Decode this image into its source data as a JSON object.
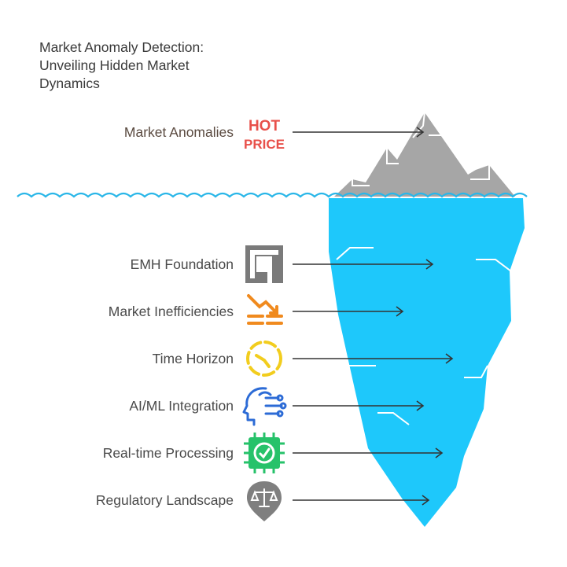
{
  "title_lines": [
    "Market Anomaly Detection:",
    "Unveiling Hidden Market",
    "Dynamics"
  ],
  "items": [
    {
      "label": "Market Anomalies",
      "icon": "hot-price-icon"
    },
    {
      "label": "EMH Foundation",
      "icon": "square-frame-icon"
    },
    {
      "label": "Market Inefficiencies",
      "icon": "downtrend-chart-icon"
    },
    {
      "label": "Time Horizon",
      "icon": "clock-icon"
    },
    {
      "label": "AI/ML Integration",
      "icon": "ai-head-icon"
    },
    {
      "label": "Real-time Processing",
      "icon": "processor-chip-icon"
    },
    {
      "label": "Regulatory Landscape",
      "icon": "scales-pin-icon"
    }
  ],
  "icon_text": {
    "hot": "HOT",
    "price": "PRICE"
  },
  "colors": {
    "water": "#29b6e8",
    "iceberg_below": "#1ec8fb",
    "iceberg_above": "#a6a6a6",
    "hot_price": "#e8504a",
    "emh_icon": "#7a7a7a",
    "inefficiency_icon": "#f08a1e",
    "time_icon": "#f2cd1e",
    "ai_icon": "#2c6bd6",
    "chip_icon": "#26c26a",
    "scales_icon": "#7f7f7f"
  }
}
